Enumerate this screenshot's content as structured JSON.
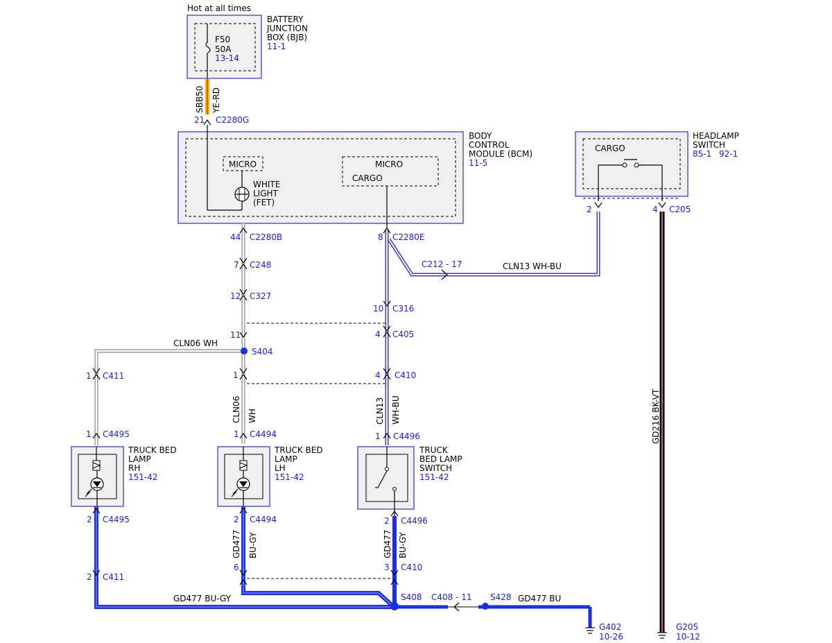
{
  "top": {
    "hot_label": "Hot at all times"
  },
  "bjb": {
    "name_l1": "BATTERY",
    "name_l2": "JUNCTION",
    "name_l3": "BOX (BJB)",
    "ref": "11-1",
    "fuse_id": "F50",
    "fuse_rating": "50A",
    "fuse_ref": "13-14"
  },
  "sbb50": {
    "circuit": "SBB50",
    "color": "YE-RD",
    "pin": "21",
    "connector": "C2280G"
  },
  "bcm": {
    "name_l1": "BODY",
    "name_l2": "CONTROL",
    "name_l3": "MODULE (BCM)",
    "ref": "11-5",
    "micro_left": "MICRO",
    "fet_l1": "WHITE",
    "fet_l2": "LIGHT",
    "fet_l3": "(FET)",
    "micro_right": "MICRO",
    "cargo": "CARGO"
  },
  "headlamp": {
    "name_l1": "HEADLAMP",
    "name_l2": "SWITCH",
    "ref1": "85-1",
    "ref2": "92-1",
    "cargo": "CARGO",
    "pin2": "2",
    "pin4": "4",
    "connector": "C205"
  },
  "connectors": {
    "c2280b_pin": "44",
    "c2280b": "C2280B",
    "c2280e_pin": "8",
    "c2280e": "C2280E",
    "c212": "C212 - 17",
    "c248_pin": "7",
    "c248": "C248",
    "c327_pin": "12",
    "c327": "C327",
    "c316_pin": "10",
    "c316": "C316",
    "c405_pin_l": "11",
    "c405_pin_r": "4",
    "c405": "C405",
    "s404": "S404",
    "c411_top_pin": "1",
    "c411_top": "C411",
    "c410_top_pin_l": "1",
    "c410_top_pin_r": "4",
    "c410_top": "C410",
    "c4495_top_pin": "1",
    "c4495_top": "C4495",
    "c4494_top_pin": "1",
    "c4494_top": "C4494",
    "c4496_top_pin": "1",
    "c4496_top": "C4496",
    "c4495_bot_pin": "2",
    "c4495_bot": "C4495",
    "c4494_bot_pin": "2",
    "c4494_bot": "C4494",
    "c4496_bot_pin": "2",
    "c4496_bot": "C4496",
    "c411_bot_pin": "2",
    "c411_bot": "C411",
    "c410_bot_pin_l": "6",
    "c410_bot_pin_r": "3",
    "c410_bot": "C410",
    "s408": "S408",
    "c408": "C408 - 11",
    "s428": "S428"
  },
  "wires": {
    "cln13_top": "CLN13  WH-BU",
    "cln06_h": "CLN06  WH",
    "cln06_v_circuit": "CLN06",
    "cln06_v_color": "WH",
    "cln13_v_circuit": "CLN13",
    "cln13_v_color": "WH-BU",
    "gd477_lh_circuit": "GD477",
    "gd477_lh_color": "BU-GY",
    "gd477_sw_circuit": "GD477",
    "gd477_sw_color": "BU-GY",
    "gd477_bottom": "GD477  BU-GY",
    "gd477_bu": "GD477  BU",
    "gd216": "GD216  BK-VT"
  },
  "lamps": {
    "rh_l1": "TRUCK BED",
    "rh_l2": "LAMP",
    "rh_l3": "RH",
    "rh_ref": "151-42",
    "lh_l1": "TRUCK BED",
    "lh_l2": "LAMP",
    "lh_l3": "LH",
    "lh_ref": "151-42",
    "sw_l1": "TRUCK",
    "sw_l2": "BED LAMP",
    "sw_l3": "SWITCH",
    "sw_ref": "151-42"
  },
  "grounds": {
    "g402": "G402",
    "g402_ref": "10-26",
    "g205": "G205",
    "g205_ref": "10-12"
  },
  "colors": {
    "blue_wire": "#1a2fe0",
    "ref_text": "#1a1aff",
    "yellow_red": "#f2b800",
    "violet": "#c060a0"
  }
}
